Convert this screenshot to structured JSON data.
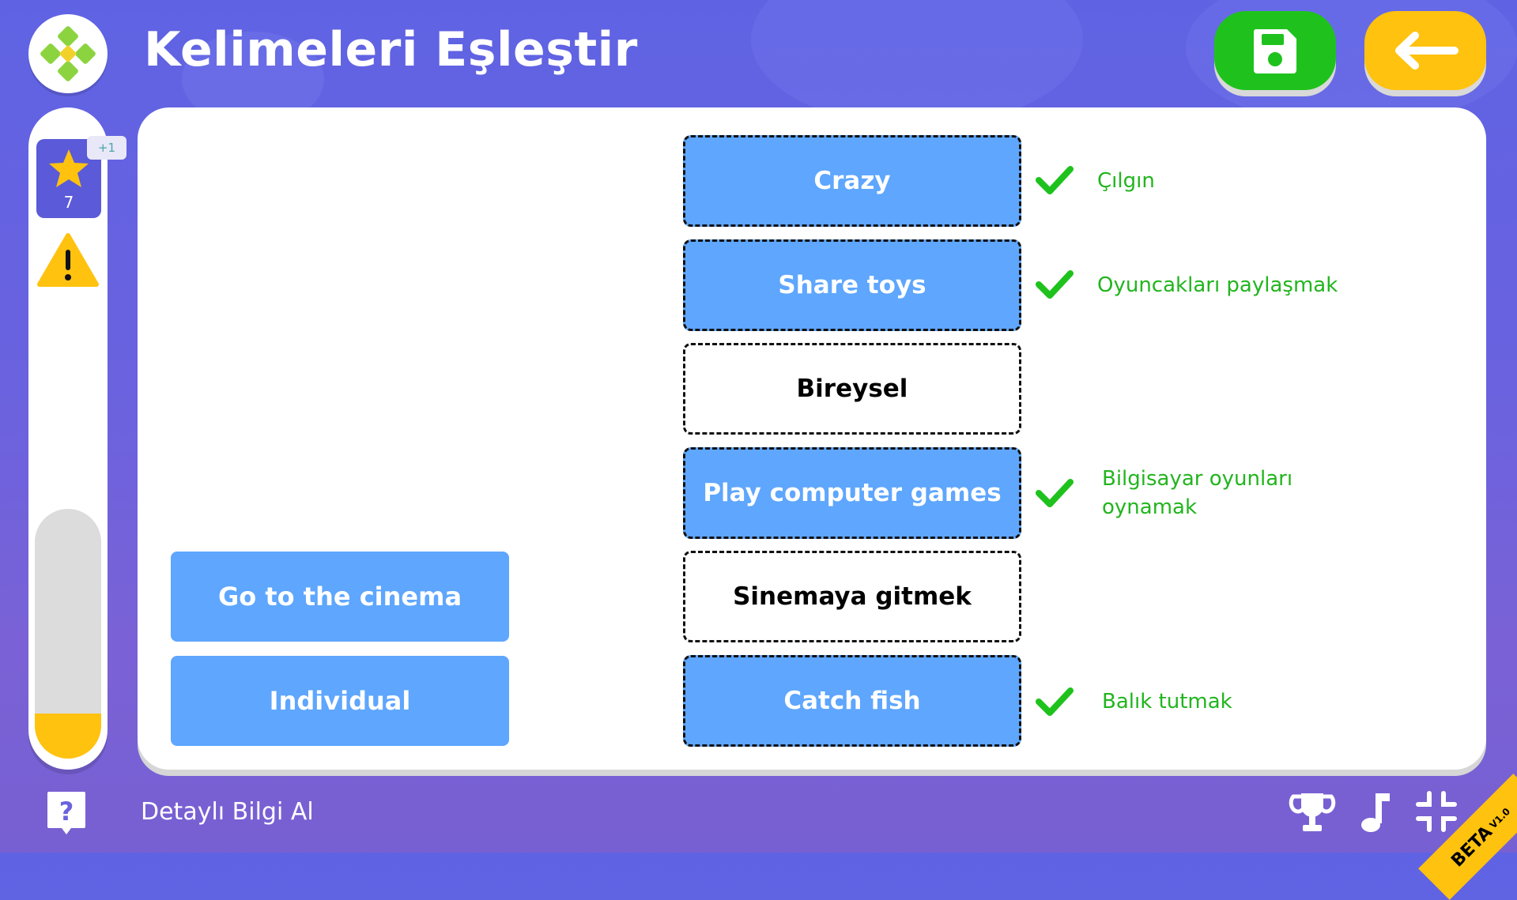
{
  "header": {
    "title": "Kelimeleri Eşleştir",
    "save_icon": "floppy-disk-icon",
    "back_icon": "arrow-left-icon"
  },
  "sidebar": {
    "star_count": "7",
    "plus_badge": "+1",
    "progress_fraction": 0.18
  },
  "source_words": [
    {
      "label": "Go to the cinema"
    },
    {
      "label": "Individual"
    }
  ],
  "slots": [
    {
      "label": "Crazy",
      "filled": true,
      "correct": true,
      "translation": "Çılgın"
    },
    {
      "label": "Share toys",
      "filled": true,
      "correct": true,
      "translation": "Oyuncakları paylaşmak"
    },
    {
      "label": "Bireysel",
      "filled": false,
      "correct": false,
      "translation": ""
    },
    {
      "label": "Play computer games",
      "filled": true,
      "correct": true,
      "translation": "Bilgisayar oyunları oynamak"
    },
    {
      "label": "Sinemaya gitmek",
      "filled": false,
      "correct": false,
      "translation": ""
    },
    {
      "label": "Catch fish",
      "filled": true,
      "correct": true,
      "translation": "Balık tutmak"
    }
  ],
  "footer": {
    "help_label": "Detaylı Bilgi Al",
    "icons": [
      "trophy-icon",
      "music-note-icon",
      "exit-fullscreen-icon"
    ],
    "beta_label": "BETA",
    "version_label": "V1.0"
  },
  "colors": {
    "primary_blue": "#5ea6fe",
    "success_green": "#1fc21d",
    "accent_yellow": "#ffc20f",
    "background_purple": "#6a62df"
  }
}
